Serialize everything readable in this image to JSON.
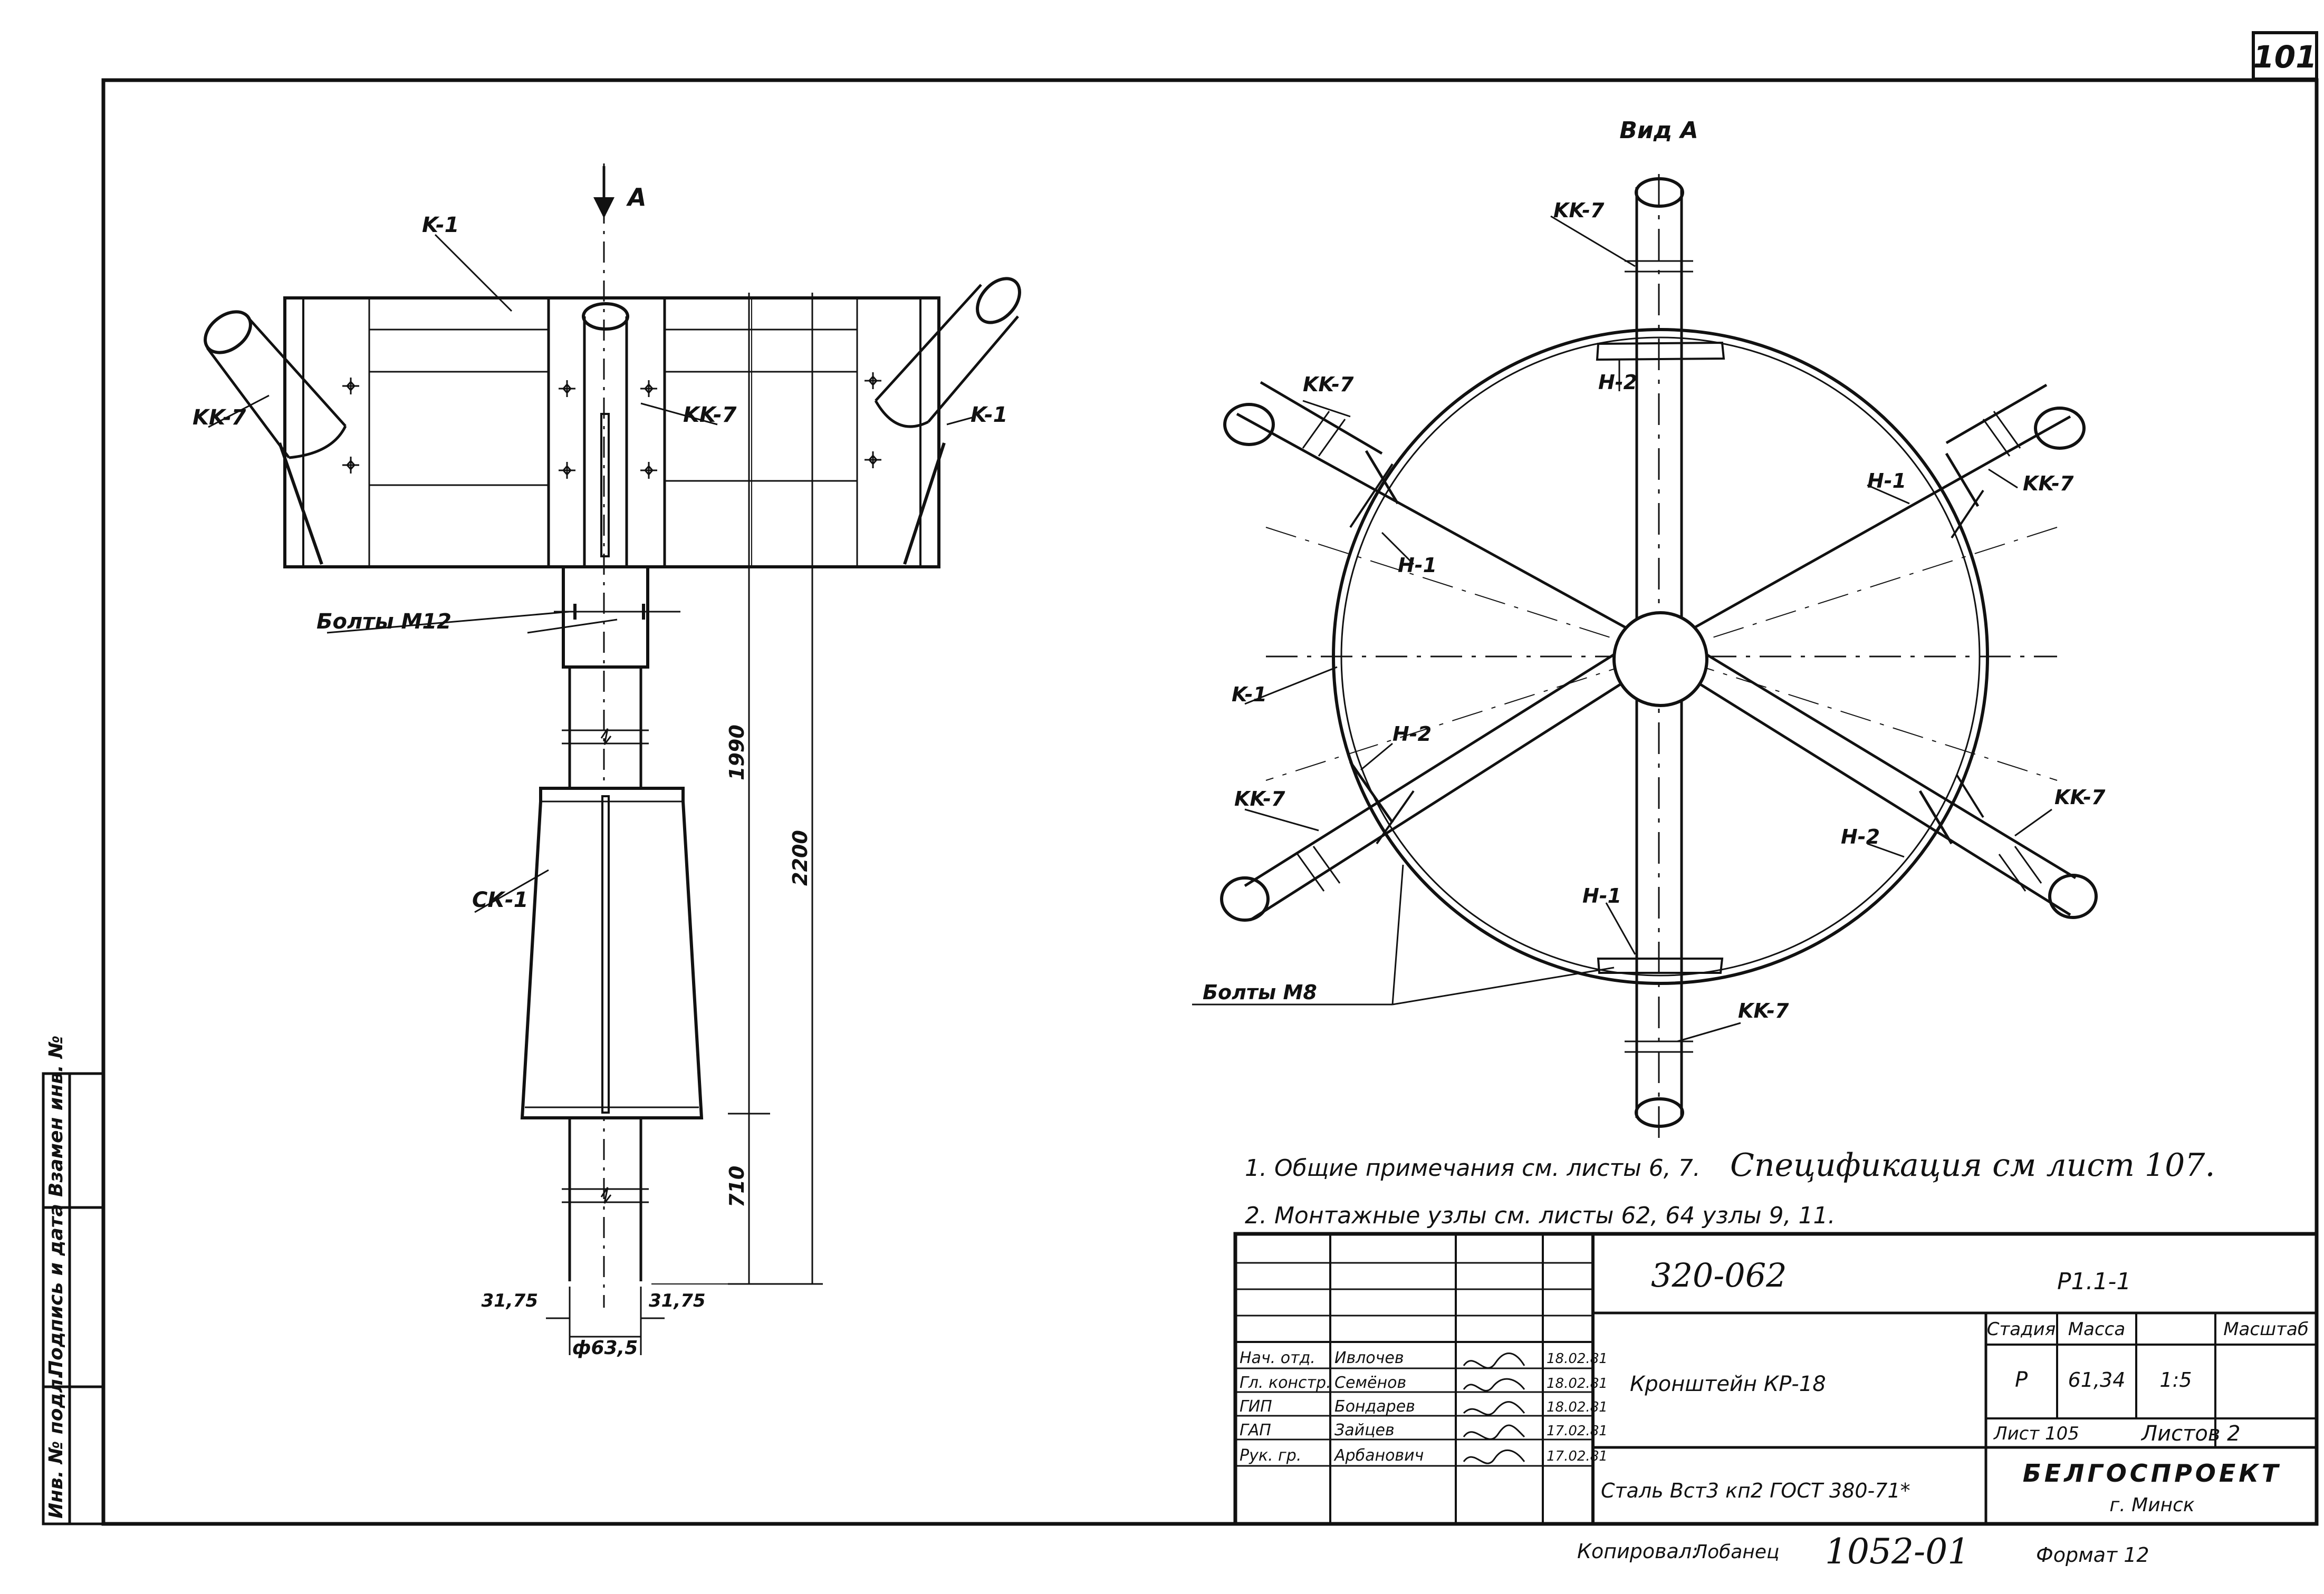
{
  "sheet": {
    "page_number": "101"
  },
  "side_view": {
    "arrow_label": "A",
    "part_k1_top": "K-1",
    "part_k1_right": "K-1",
    "pipe_left": "KK-7",
    "pipe_center": "KK-7",
    "bolts": "Болты М12",
    "cone": "СК-1",
    "dim_1990": "1990",
    "dim_2200": "2200",
    "dim_710": "710",
    "dim_left_offset": "31,75",
    "dim_right_offset": "31,75",
    "dim_diameter": "ф63,5"
  },
  "plan_view": {
    "title": "Вид А",
    "labels_kk7": [
      "KK-7",
      "KK-7",
      "KK-7",
      "KK-7",
      "KK-7",
      "KK-7"
    ],
    "label_k1": "K-1",
    "labels_n1": [
      "Н-1",
      "Н-1",
      "Н-1"
    ],
    "labels_n2": [
      "Н-2",
      "Н-2",
      "Н-2"
    ],
    "bolts": "Болты М8"
  },
  "notes": {
    "line1": "1. Общие примечания см. листы 6, 7.",
    "spec": "Спецификация см лист 107.",
    "line2": "2. Монтажные узлы см. листы 62, 64 узлы 9, 11."
  },
  "title_block": {
    "doc_code": "320-062",
    "sheet_code": "Р1.1-1",
    "item_name": "Кронштейн КР-18",
    "material": "Сталь Вст3 кп2 ГОСТ 380-71*",
    "col_stage": "Стадия",
    "col_mass": "Масса",
    "col_scale": "Масштаб",
    "stage": "Р",
    "mass": "61,34",
    "scale": "1:5",
    "sheet_no": "Лист 105",
    "sheets_total": "Листов 2",
    "org": "БЕЛГОСПРОЕКТ",
    "city": "г. Минск",
    "signers": [
      {
        "role": "Нач. отд.",
        "name": "Ивлочев",
        "date": "18.02.81"
      },
      {
        "role": "Гл. констр.",
        "name": "Семёнов",
        "date": "18.02.81"
      },
      {
        "role": "ГИП",
        "name": "Бондарев",
        "date": "18.02.81"
      },
      {
        "role": "ГАП",
        "name": "Зайцев",
        "date": "17.02.81"
      },
      {
        "role": "Рук. гр.",
        "name": "Арбанович",
        "date": "17.02.81"
      }
    ]
  },
  "left_margin": {
    "inv_original": "Инв. № подл.",
    "sign_date": "Подпись и дата",
    "replace_inv": "Взамен инв. №"
  },
  "footer": {
    "copied_label": "Копировал:",
    "copied_name": "Лобанец",
    "number": "1052-01",
    "format": "Формат 12"
  }
}
